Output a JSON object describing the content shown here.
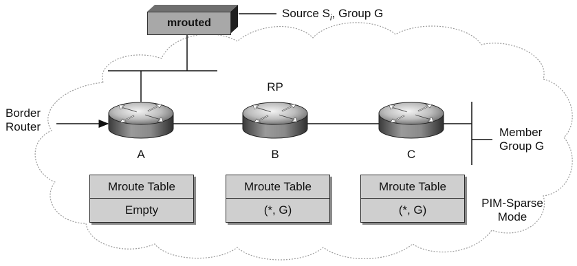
{
  "mrouted_label": "mrouted",
  "source_label_prefix": "Source S",
  "source_label_sub": "i",
  "source_label_suffix": ", Group G",
  "border_router_label": [
    "Border",
    "Router"
  ],
  "rp_label": "RP",
  "routers": [
    {
      "name": "A"
    },
    {
      "name": "B"
    },
    {
      "name": "C"
    }
  ],
  "member_label": [
    "Member",
    "Group G"
  ],
  "mode_label": [
    "PIM-Sparse",
    "Mode"
  ],
  "mroute_tables": [
    {
      "header": "Mroute Table",
      "entry": "Empty"
    },
    {
      "header": "Mroute Table",
      "entry": "(*, G)"
    },
    {
      "header": "Mroute Table",
      "entry": "(*, G)"
    }
  ]
}
